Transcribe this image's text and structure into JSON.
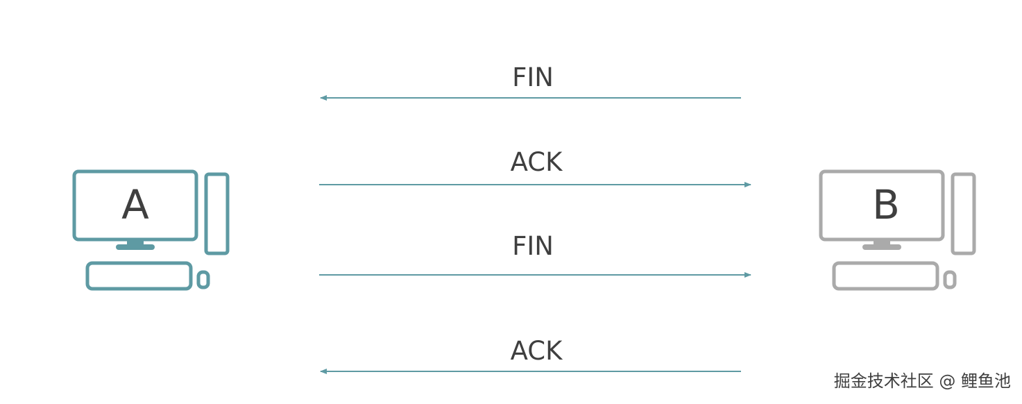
{
  "diagram": {
    "hosts": [
      {
        "label": "A",
        "color": "#5e9aa3"
      },
      {
        "label": "B",
        "color": "#aaaaaa"
      }
    ],
    "messages": [
      {
        "label": "FIN",
        "direction": "B→A"
      },
      {
        "label": "ACK",
        "direction": "A→B"
      },
      {
        "label": "FIN",
        "direction": "A→B"
      },
      {
        "label": "ACK",
        "direction": "B→A"
      }
    ],
    "arrow_color": "#5e9aa3"
  },
  "watermark": "掘金技术社区 @ 鲤鱼池"
}
